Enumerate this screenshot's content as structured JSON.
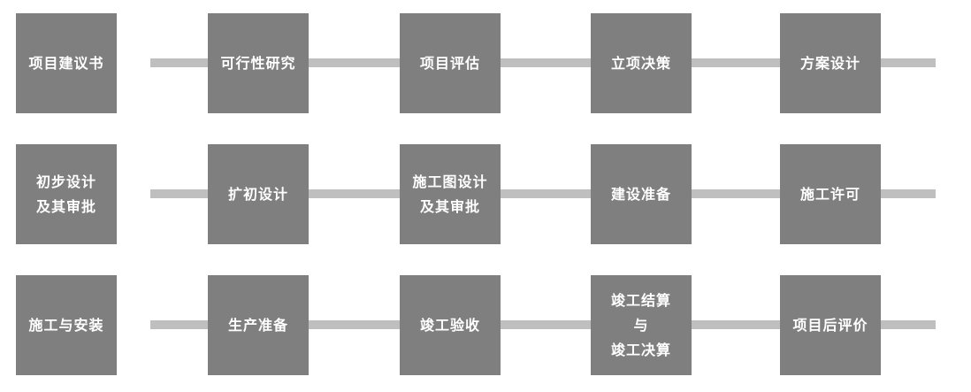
{
  "diagram": {
    "title": "construction-project-lifecycle-flow",
    "colors": {
      "box": "#7f7f7f",
      "line": "#bfbfbf",
      "text": "#ffffff",
      "background": "#ffffff"
    },
    "rows": [
      {
        "boxes": [
          {
            "label": "项目建议书"
          },
          {
            "label": "可行性研究"
          },
          {
            "label": "项目评估"
          },
          {
            "label": "立项决策"
          },
          {
            "label": "方案设计"
          }
        ]
      },
      {
        "boxes": [
          {
            "label": "初步设计\n及其审批"
          },
          {
            "label": "扩初设计"
          },
          {
            "label": "施工图设计\n及其审批"
          },
          {
            "label": "建设准备"
          },
          {
            "label": "施工许可"
          }
        ]
      },
      {
        "boxes": [
          {
            "label": "施工与安装"
          },
          {
            "label": "生产准备"
          },
          {
            "label": "竣工验收"
          },
          {
            "label": "竣工结算\n与\n竣工决算"
          },
          {
            "label": "项目后评价"
          }
        ]
      }
    ]
  }
}
